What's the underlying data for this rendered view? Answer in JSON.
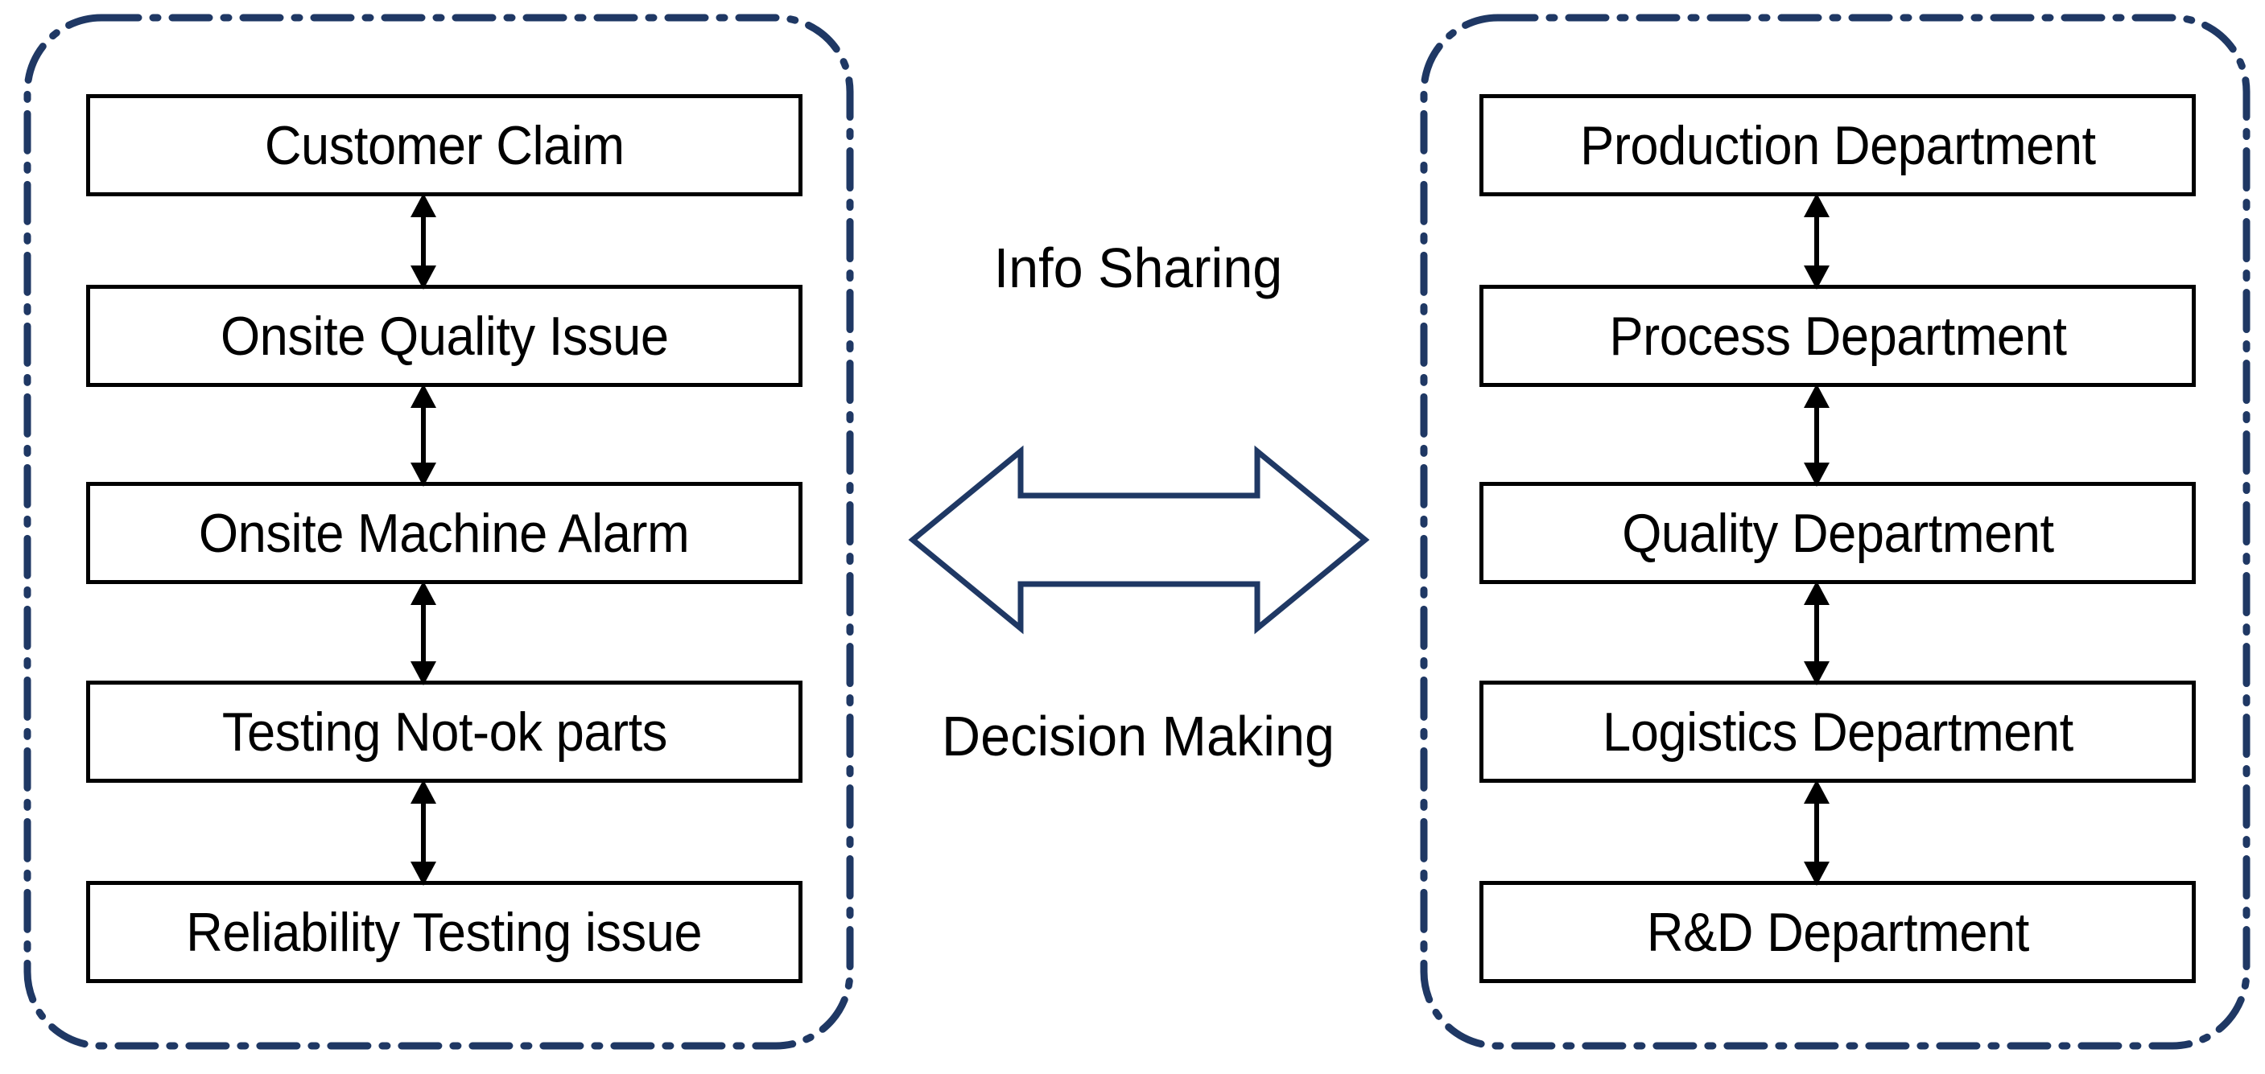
{
  "diagram": {
    "title": "Info Sharing and Decision Making between Issue Sources and Departments",
    "colors": {
      "group_border": "#1F3864",
      "node_border": "#000000",
      "node_fill": "#FFFFFF",
      "connector": "#000000",
      "big_arrow_stroke": "#1F3864",
      "big_arrow_fill": "#FFFFFF",
      "background": "#FFFFFF",
      "text": "#000000"
    },
    "left_group": {
      "name": "issue-sources-group",
      "border_style": "dash-dot rounded rectangle",
      "nodes": [
        {
          "label": "Customer Claim"
        },
        {
          "label": "Onsite Quality Issue"
        },
        {
          "label": "Onsite Machine Alarm"
        },
        {
          "label": "Testing Not-ok parts"
        },
        {
          "label": "Reliability Testing issue"
        }
      ]
    },
    "right_group": {
      "name": "departments-group",
      "border_style": "dash-dot rounded rectangle",
      "nodes": [
        {
          "label": "Production Department"
        },
        {
          "label": "Process Department"
        },
        {
          "label": "Quality Department"
        },
        {
          "label": "Logistics Department"
        },
        {
          "label": "R&D Department"
        }
      ]
    },
    "center": {
      "top_label": "Info Sharing",
      "bottom_label": "Decision Making",
      "arrow_icon": "double-headed-horizontal-arrow"
    },
    "connector_icon": "double-headed-vertical-arrow"
  }
}
